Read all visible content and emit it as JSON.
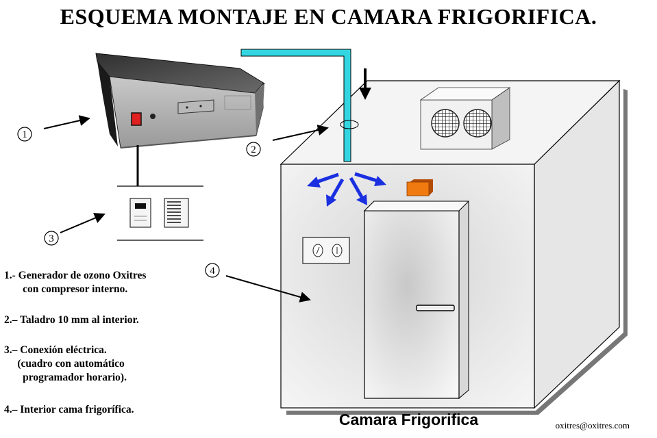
{
  "title": "ESQUEMA MONTAJE EN CAMARA FRIGORIFICA.",
  "callouts": [
    "1",
    "2",
    "3",
    "4"
  ],
  "legend": [
    {
      "line1": "1.- Generador de ozono Oxitres",
      "line2": "       con compresor interno."
    },
    {
      "line1": "2.– Taladro 10 mm al interior.",
      "line2": ""
    },
    {
      "line1": "3.– Conexión eléctrica.",
      "line2": "     (cuadro con automático\n       programador horario)."
    },
    {
      "line1": "4.– Interior cama frigorífica.",
      "line2": ""
    }
  ],
  "chamber_label": "Camara Frigorifica",
  "email": "oxitres@oxitres.com",
  "colors": {
    "pipe": "#33d6e0",
    "arrows": "#1a2fe0",
    "indicator": "#f07a10",
    "chamber": "#ececec"
  }
}
